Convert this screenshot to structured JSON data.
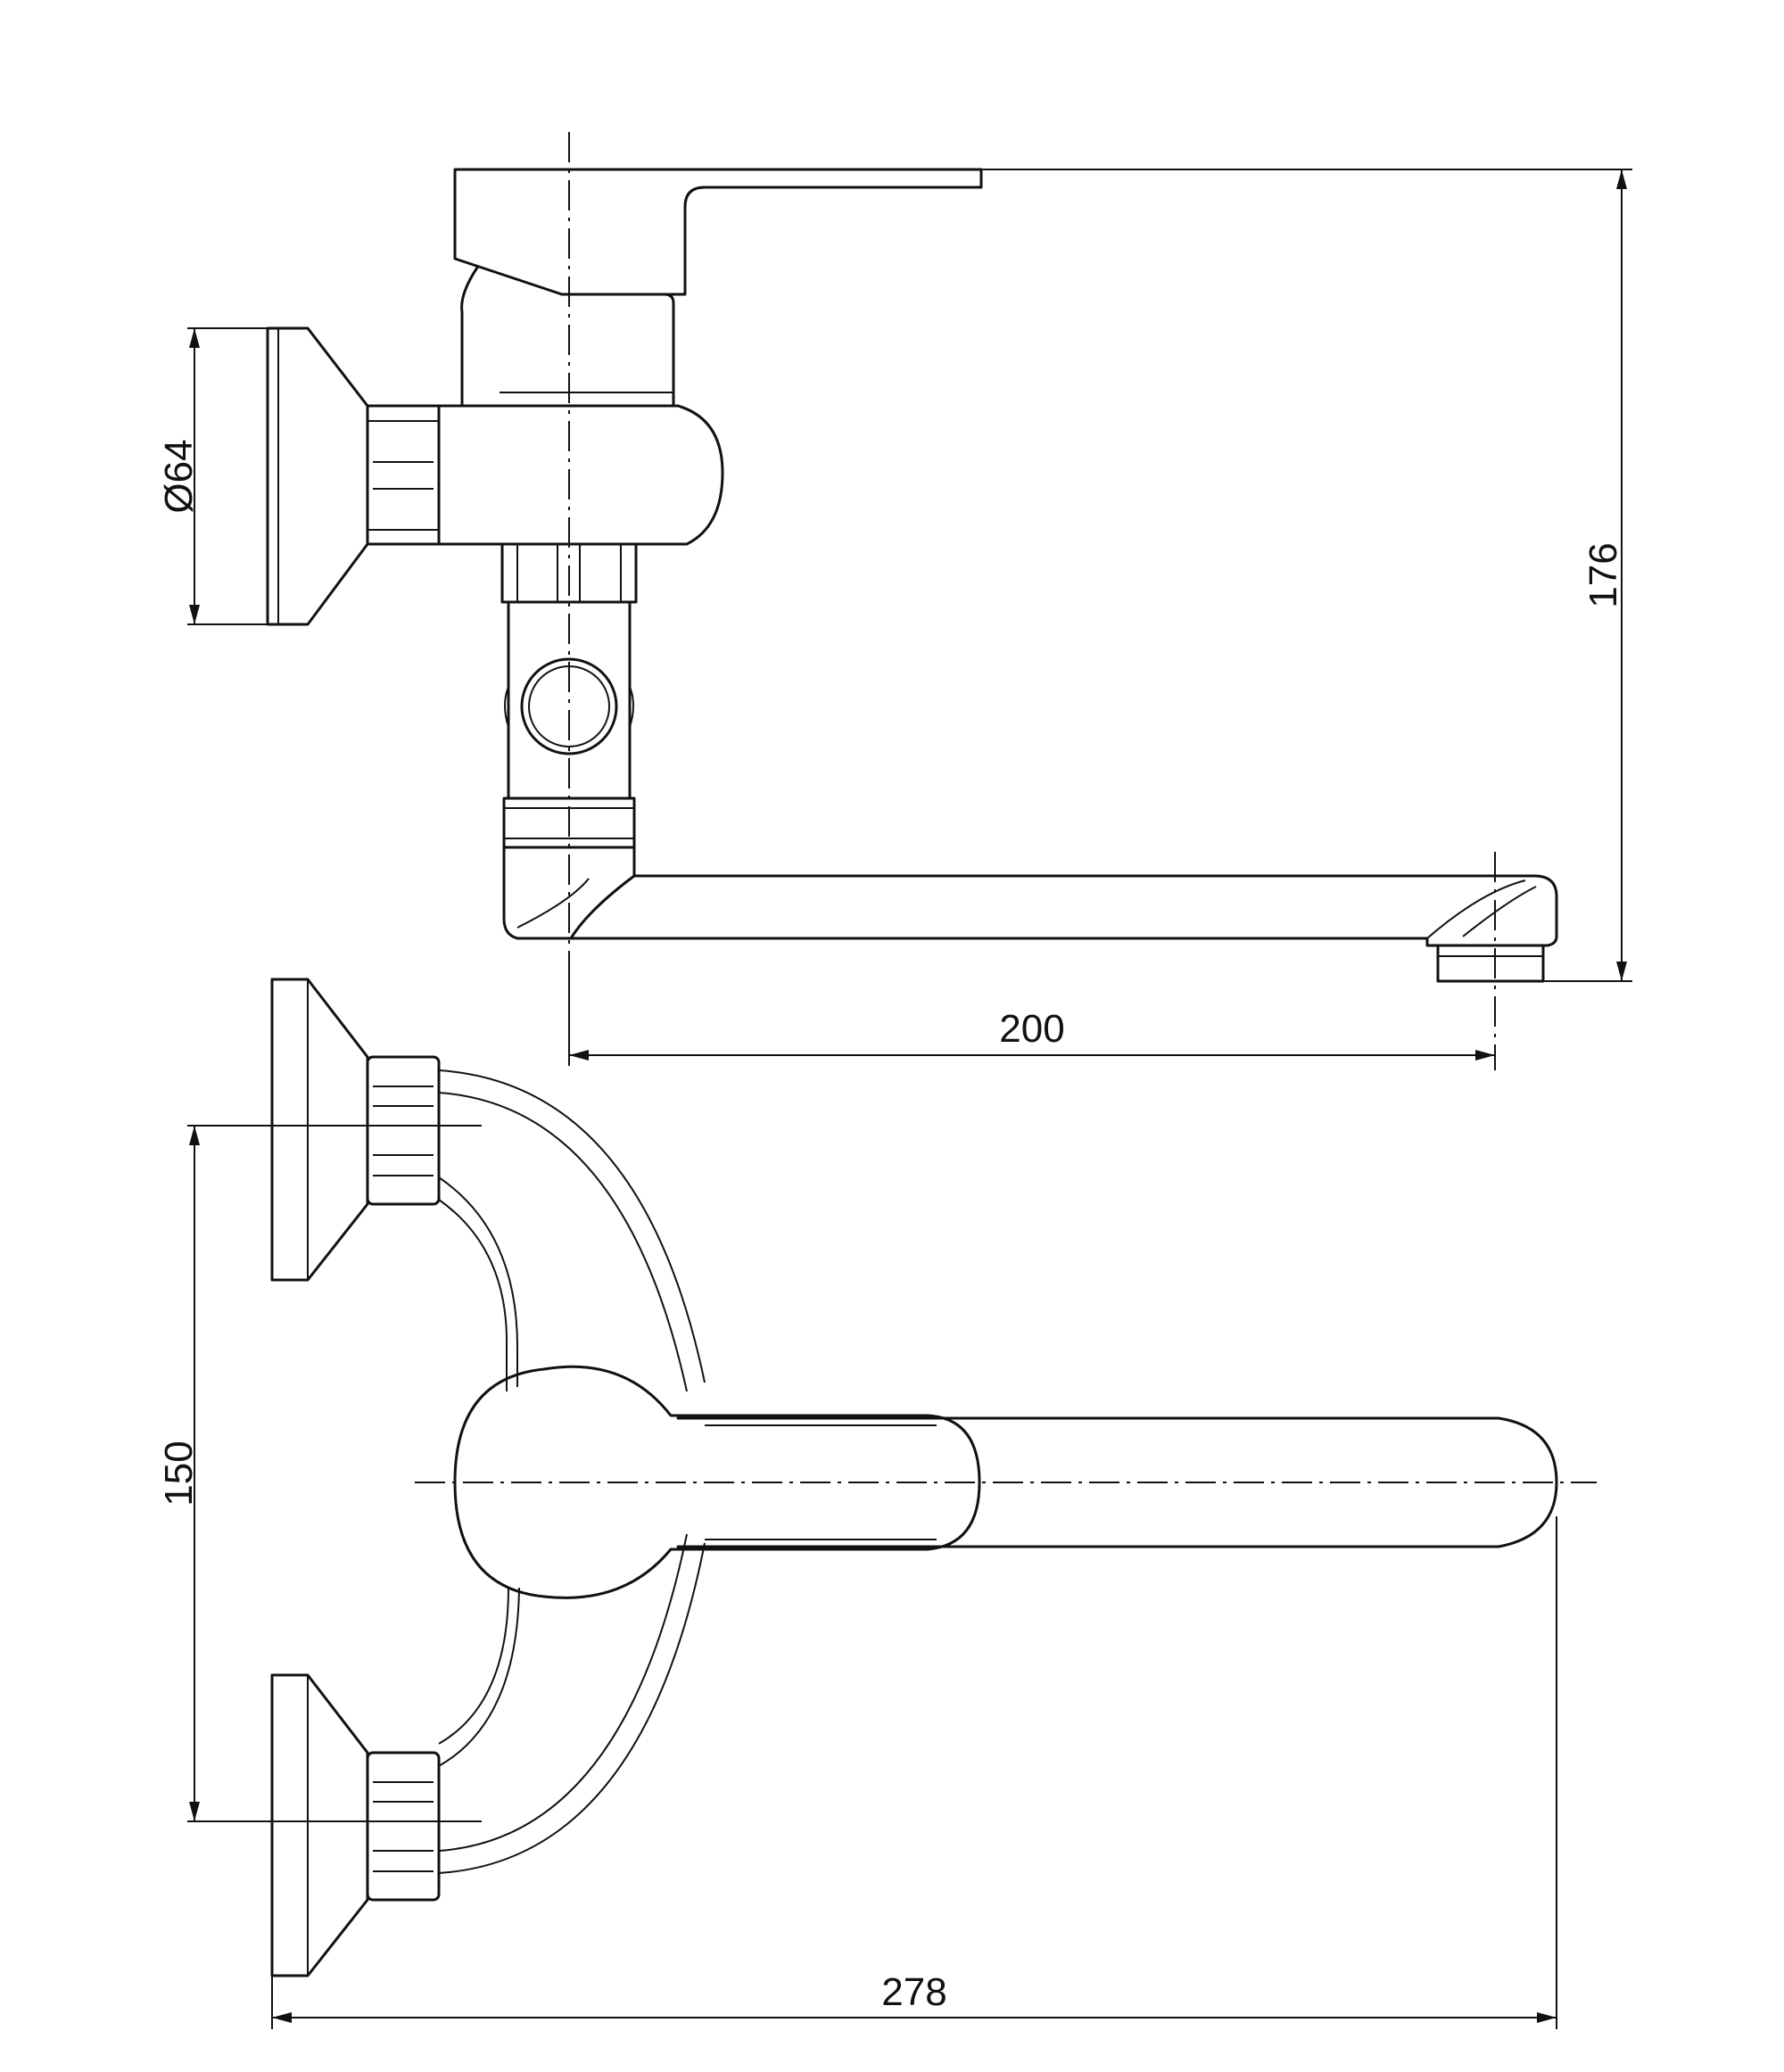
{
  "dimensions": {
    "outlet_diameter": "Ø64",
    "overall_height": "176",
    "spout_reach": "200",
    "inlet_spacing": "150",
    "overall_width": "278"
  },
  "colors": {
    "line": "#111111",
    "background": "#ffffff"
  }
}
